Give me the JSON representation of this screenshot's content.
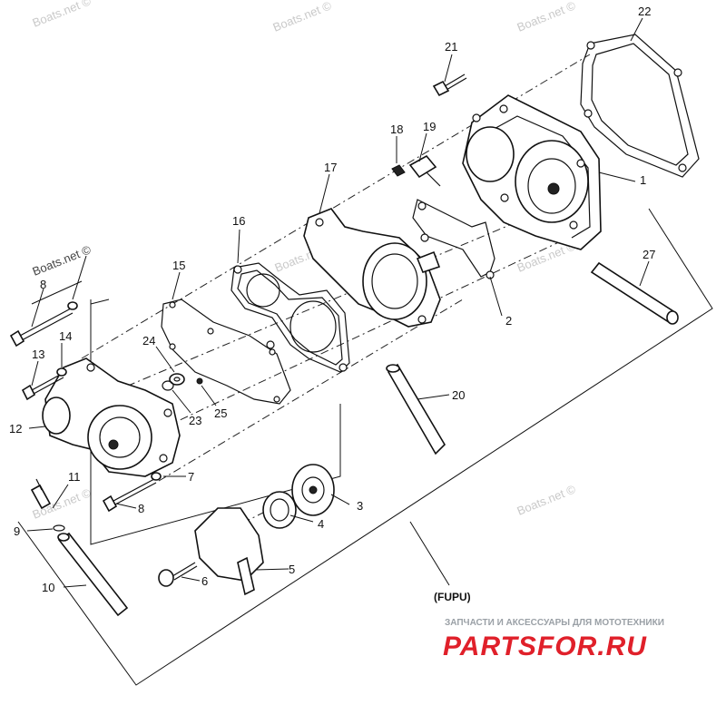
{
  "diagram": {
    "part_numbers": [
      "1",
      "2",
      "3",
      "4",
      "5",
      "6",
      "7",
      "8",
      "8",
      "9",
      "10",
      "11",
      "12",
      "13",
      "14",
      "15",
      "16",
      "17",
      "18",
      "19",
      "20",
      "21",
      "22",
      "23",
      "24",
      "25",
      "27"
    ],
    "caption": "(FUPU)",
    "watermarks": [
      "Boats.net ©",
      "Boats.net ©",
      "Boats.net ©",
      "Boats.net ©",
      "Boats.net ©",
      "Boats.net ©",
      "Boats.net ©",
      "Boats.net ©"
    ],
    "footer_brand": {
      "tagline": "ЗАПЧАСТИ И АКСЕССУАРЫ ДЛЯ МОТОТЕХНИКИ",
      "logo_text": "PARTSFOR.RU"
    }
  },
  "colors": {
    "ink": "#111111",
    "watermark": "#c9c9c9",
    "logo_red": "#e0202a",
    "logo_gray": "#9aa0a6"
  }
}
